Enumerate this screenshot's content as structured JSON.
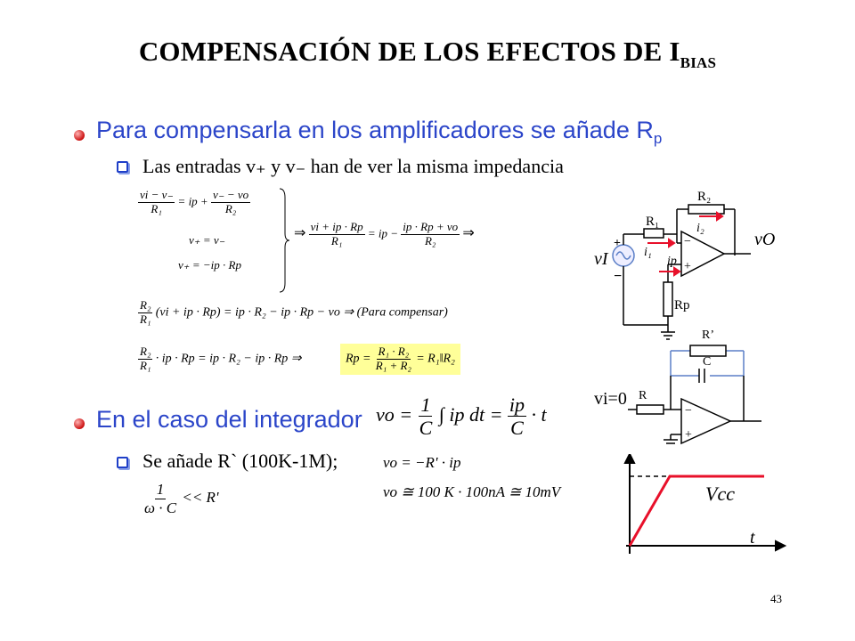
{
  "title": {
    "main": "COMPENSACIÓN DE LOS EFECTOS DE I",
    "sub": "BIAS"
  },
  "bullets": [
    {
      "text": "Para compensarla en los amplificadores se añade R",
      "sub": "p"
    },
    {
      "text": "En el caso del integrador"
    }
  ],
  "subbullets": [
    {
      "text": "Las entradas v₊ y v₋ han de ver la misma impedancia"
    },
    {
      "text": "Se añade R` (100K-1M);"
    }
  ],
  "equations": {
    "e1_lhs_num": "vi − v₋",
    "e1_lhs_den": "R₁",
    "e1_mid": "= ip +",
    "e1_rhs_num": "v₋ − vo",
    "e1_rhs_den": "R₂",
    "e2": "v₊ = v₋",
    "e3": "v₊ = −ip · Rp",
    "e4_arrow": "⇒",
    "e4_num1": "vi + ip · Rp",
    "e4_den1": "R₁",
    "e4_mid": "= ip −",
    "e4_num2": "ip · Rp + vo",
    "e4_den2": "R₂",
    "e4_end": "⇒",
    "e5_num": "R₂",
    "e5_den": "R₁",
    "e5_rest": "(vi + ip · Rp) = ip · R₂ − ip · Rp − vo ⇒ (Para compensar)",
    "e6_num": "R₂",
    "e6_den": "R₁",
    "e6_rest": "· ip · Rp = ip · R₂ − ip · Rp ⇒",
    "e6_hl_lhs": "Rp =",
    "e6_hl_num": "R₁ · R₂",
    "e6_hl_den": "R₁ + R₂",
    "e6_hl_rhs": "= R₁‖R₂",
    "int_lhs": "vo =",
    "int_frac_num": "1",
    "int_frac_den": "C",
    "int_body": "∫ ip dt =",
    "int_frac2_num": "ip",
    "int_frac2_den": "C",
    "int_end": "· t",
    "vo1": "vo = −R' · ip",
    "vo2": "vo ≅ 100 K · 100nA ≅ 10mV",
    "cond_num": "1",
    "cond_den": "ω · C",
    "cond_rest": "<< R'"
  },
  "circuit1": {
    "R2": "R₂",
    "R1": "R₁",
    "i2": "i₂",
    "i1": "i₁",
    "ip": "ip",
    "vO": "vO",
    "vI": "vI",
    "Rp": "Rp",
    "plus": "+",
    "minus": "−"
  },
  "circuit2": {
    "Rprime": "R’",
    "C": "C",
    "vi0": "vi=0",
    "R": "R",
    "minus": "−",
    "plus": "+"
  },
  "graph": {
    "Vcc": "Vcc",
    "t": "t"
  },
  "page_number": "43",
  "colors": {
    "blue_text": "#2b45c9",
    "red": "#e8102a",
    "highlight": "#ffff99",
    "wire_blue": "#5b7fc7"
  }
}
